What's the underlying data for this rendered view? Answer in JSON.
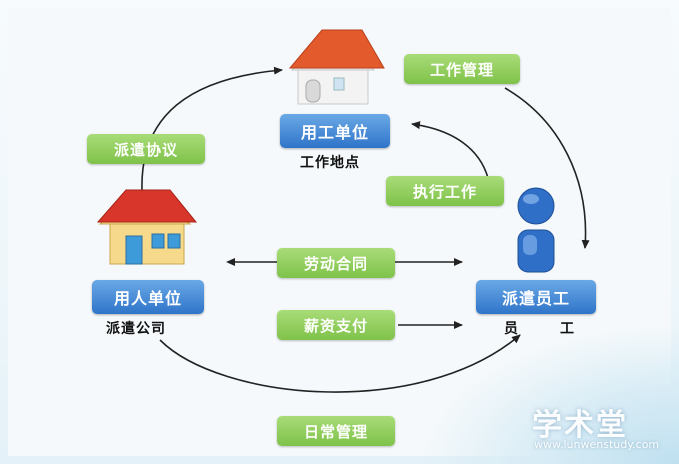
{
  "nodes": {
    "employer": {
      "label": "用工单位",
      "sub": "工作地点"
    },
    "dispatcher": {
      "label": "用人单位",
      "sub": "派遣公司"
    },
    "worker": {
      "label": "派遣员工",
      "sub1": "员",
      "sub2": "工"
    }
  },
  "relations": {
    "dispatch_agreement": "派遣协议",
    "work_management": "工作管理",
    "perform_work": "执行工作",
    "labor_contract": "劳动合同",
    "salary_payment": "薪资支付",
    "daily_management": "日常管理"
  },
  "watermark": {
    "main": "学术堂",
    "sub": "www.lunwenstudy.com"
  },
  "icons": [
    "house-icon",
    "person-icon"
  ]
}
